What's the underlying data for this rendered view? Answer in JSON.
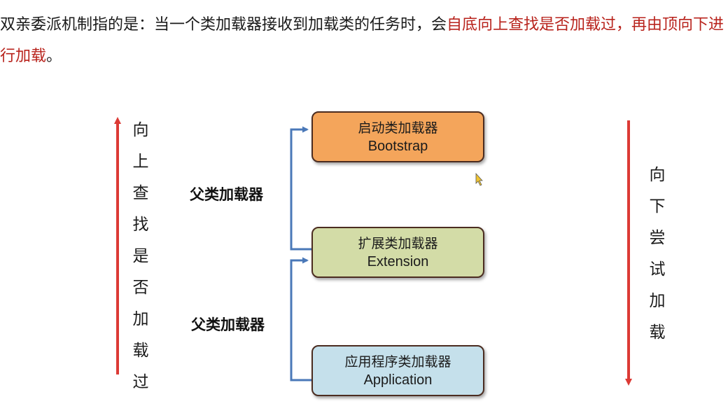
{
  "intro": {
    "text_normal": "双亲委派机制指的是：当一个类加载器接收到加载类的任务时，会",
    "text_highlight": "自底向上查找是否加载过，再由顶向下进行加载",
    "text_end": "。"
  },
  "loaders": {
    "bootstrap": {
      "cn": "启动类加载器",
      "en": "Bootstrap"
    },
    "extension": {
      "cn": "扩展类加载器",
      "en": "Extension"
    },
    "application": {
      "cn": "应用程序类加载器",
      "en": "Application"
    }
  },
  "parent_labels": [
    "父类加载器",
    "父类加载器"
  ],
  "vertical_up": [
    "向",
    "上",
    "查",
    "找",
    "是",
    "否",
    "加",
    "载",
    "过"
  ],
  "vertical_down": [
    "向",
    "下",
    "尝",
    "试",
    "加",
    "载"
  ],
  "colors": {
    "highlight": "#b8231c",
    "arrow_red": "#dc3a35",
    "connector_blue": "#4a78b8",
    "bootstrap_fill": "#f4a55b",
    "extension_fill": "#d3dca7",
    "application_fill": "#c5e0eb"
  }
}
